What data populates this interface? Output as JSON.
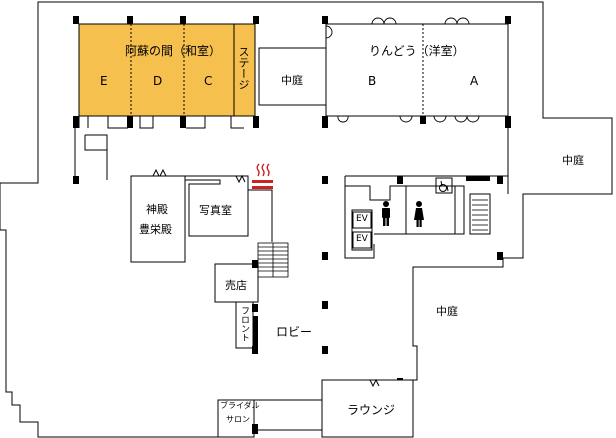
{
  "rooms": {
    "aso_title": "阿蘇の間（和室）",
    "aso_e": "E",
    "aso_d": "D",
    "aso_c": "C",
    "stage": "ステージ",
    "courtyard_top": "中庭",
    "rindou_title": "りんどう（洋室）",
    "rindou_b": "B",
    "rindou_a": "A",
    "courtyard_right": "中庭",
    "shinden_1": "神殿",
    "shinden_2": "豊栄殿",
    "photo_studio": "写真室",
    "elevator_1": "EV",
    "elevator_2": "EV",
    "shop": "売店",
    "front": "フロント",
    "lobby": "ロビー",
    "courtyard_bottom": "中庭",
    "bridal_1": "ブライダル",
    "bridal_2": "サロン",
    "lounge": "ラウンジ"
  },
  "colors": {
    "aso_fill": "#f5c04e",
    "wall": "#000000",
    "smoking_mark": "#cc2222"
  },
  "icons": {
    "male": "male-restroom-icon",
    "female": "female-restroom-icon",
    "accessible": "wheelchair-icon",
    "smoking": "smoking-area-icon"
  }
}
